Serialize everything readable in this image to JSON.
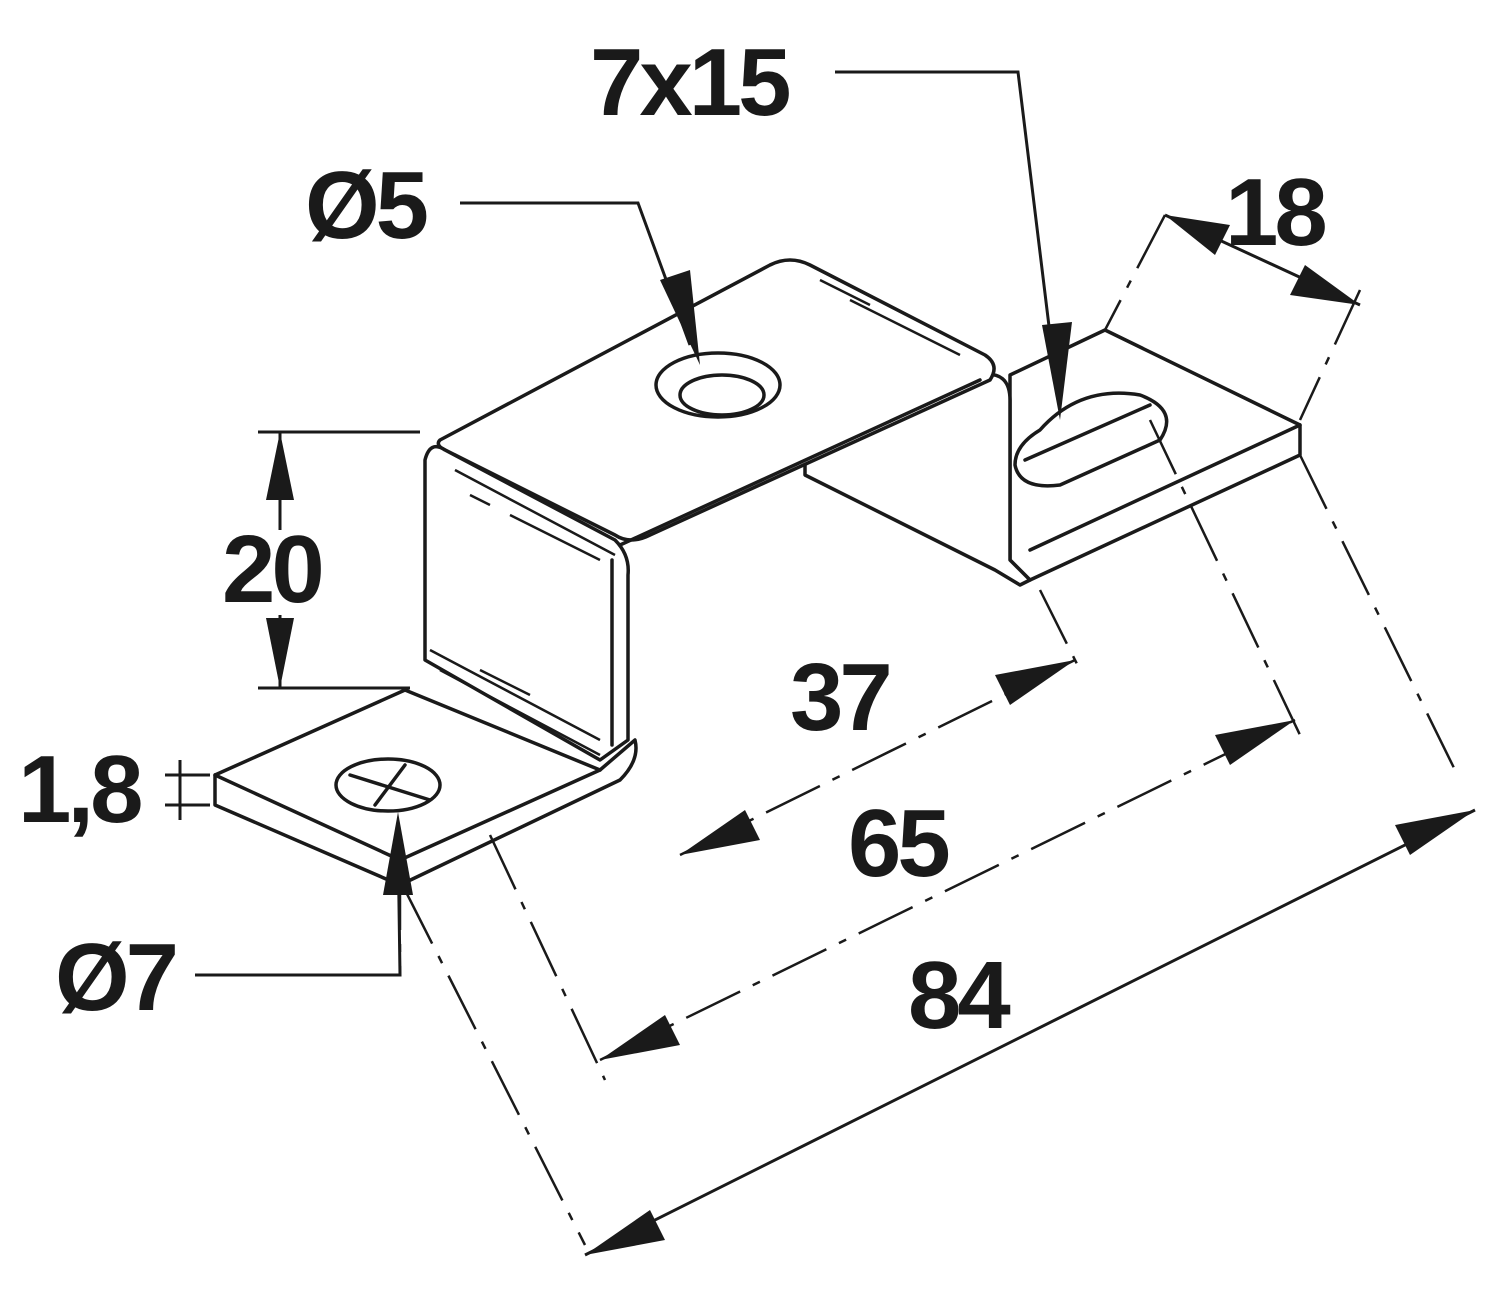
{
  "drawing": {
    "dimensions": {
      "slot_size": "7x15",
      "top_hole_diameter": "Ø5",
      "flange_width": "18",
      "height": "20",
      "inner_span": "37",
      "thickness": "1,8",
      "hole_spacing": "65",
      "overall_length": "84",
      "countersunk_hole_diameter": "Ø7"
    }
  }
}
